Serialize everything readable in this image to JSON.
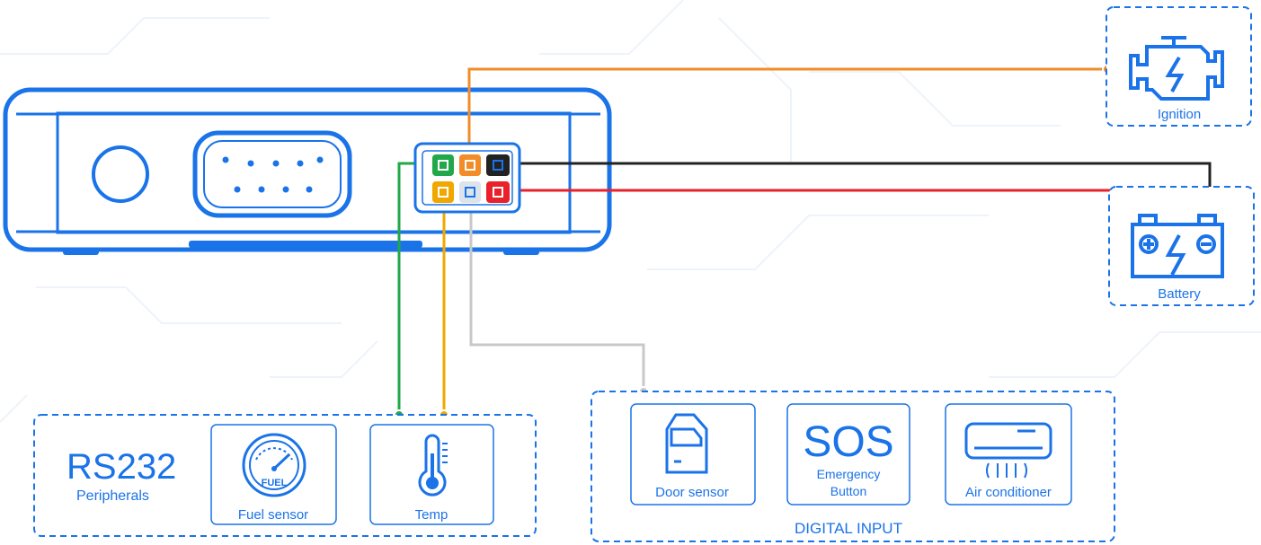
{
  "colors": {
    "brand": "#1a73e8",
    "wire_orange": "#f28c28",
    "wire_black": "#222222",
    "wire_red": "#e8212b",
    "wire_green": "#22a84a",
    "wire_yellow": "#f0a800",
    "wire_gray": "#c8c8c8"
  },
  "ignition": {
    "label": "Ignition",
    "icon": "engine-icon"
  },
  "battery": {
    "label": "Battery",
    "icon": "battery-icon"
  },
  "rs232": {
    "title": "RS232",
    "subtitle": "Peripherals",
    "fuel_label": "Fuel sensor",
    "fuel_gauge_text": "FUEL",
    "temp_label": "Temp"
  },
  "digital_input": {
    "title": "DIGITAL INPUT",
    "door_label": "Door sensor",
    "sos_text": "SOS",
    "sos_label_line1": "Emergency",
    "sos_label_line2": "Button",
    "ac_label": "Air conditioner"
  }
}
